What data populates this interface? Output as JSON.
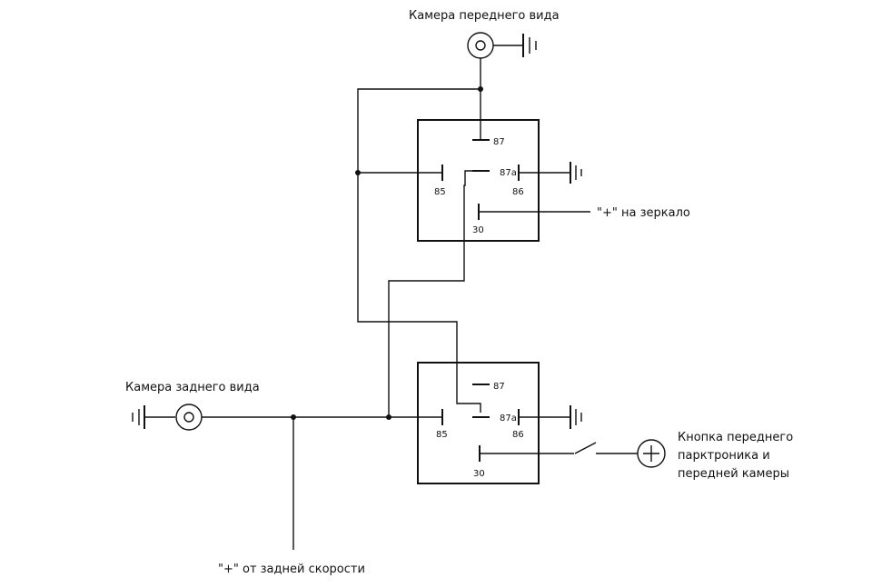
{
  "labels": {
    "front_camera": "Камера переднего вида",
    "rear_camera": "Камера заднего вида",
    "mirror_plus": "\"+\" на зеркало",
    "reverse_plus": "\"+\" от задней скорости",
    "button_line1": "Кнопка переднего",
    "button_line2": "парктроника и",
    "button_line3": "передней камеры"
  },
  "relay_top": {
    "pin87": "87",
    "pin87a": "87a",
    "pin85": "85",
    "pin86": "86",
    "pin30": "30"
  },
  "relay_bottom": {
    "pin87": "87",
    "pin87a": "87a",
    "pin85": "85",
    "pin86": "86",
    "pin30": "30"
  }
}
